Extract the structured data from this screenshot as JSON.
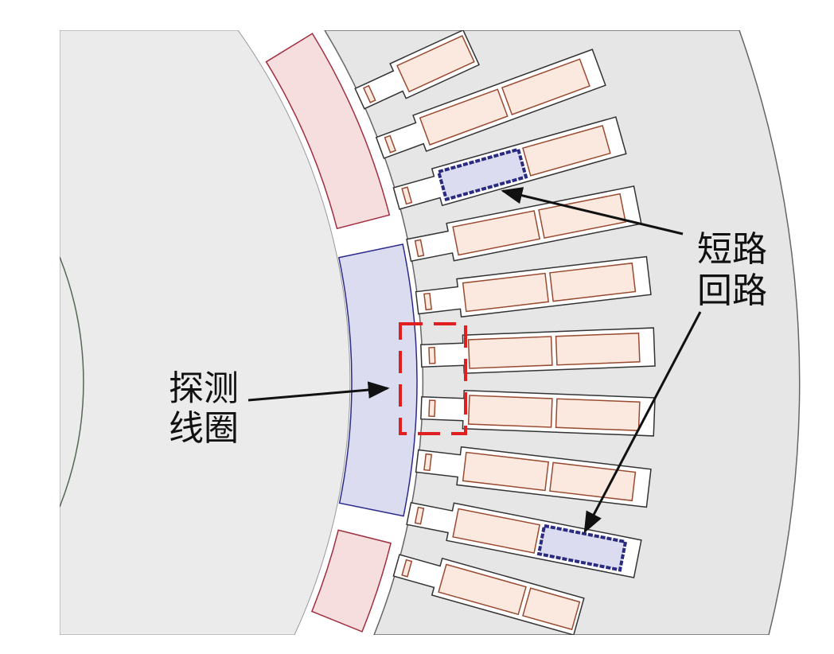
{
  "labels": {
    "probe_coil_line1": "探测",
    "probe_coil_line2": "线圈",
    "short_circuit_line1": "短路",
    "short_circuit_line2": "回路"
  },
  "colors": {
    "rotor": "#ebebeb",
    "stator": "#e6e6e6",
    "pole_fill": "#f7dede",
    "pole_stroke": "#a03040",
    "probe_fill": "#dcdcf0",
    "probe_stroke": "#2a2a8a",
    "coil_fill": "#fbe9df",
    "coil_stroke": "#9a4a30",
    "short_fill": "#dcdcf0",
    "short_stroke": "#2a2a80",
    "highlight": "#e02020"
  },
  "slots": {
    "angles_deg": [
      -33.7,
      -29.2,
      -24.7,
      -20.2,
      -15.7,
      -11.2,
      -6.7,
      -2.2,
      2.2,
      6.7,
      11.2,
      15.7,
      20.2,
      24.7,
      29.2
    ],
    "short_circuit": [
      {
        "angle_deg": -15.7,
        "coil": "inner"
      },
      {
        "angle_deg": 11.2,
        "coil": "outer"
      }
    ]
  }
}
